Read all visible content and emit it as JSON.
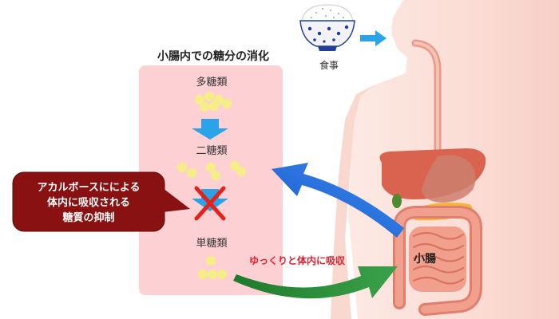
{
  "panel": {
    "title": "小腸内での糖分の消化",
    "polysaccharide": "多糖類",
    "disaccharide": "二糖類",
    "monosaccharide": "単糖類"
  },
  "meal": {
    "label": "食事"
  },
  "callout": {
    "line1": "アカルボースにによる",
    "line2": "体内に吸収される",
    "line3": "糖質の抑制"
  },
  "slow_absorption": "ゆっくりと体内に吸収",
  "small_intestine": "小腸",
  "colors": {
    "panel_fill": "#fdd0d4",
    "callout_fill": "#8a1111",
    "sugar_dot": "#f5ee86",
    "arrow_down": "#2aa3e8",
    "cross": "#e2231a",
    "arrow_blue": "#1f6fe0",
    "arrow_green": "#2c8f35",
    "skin": "#fbe2dc",
    "intestine": "#f1a08e",
    "liver": "#d9634e",
    "pancreas": "#f4b53e"
  },
  "icons": {
    "rice_bowl": "rice-bowl-icon",
    "block": "cross-icon"
  }
}
